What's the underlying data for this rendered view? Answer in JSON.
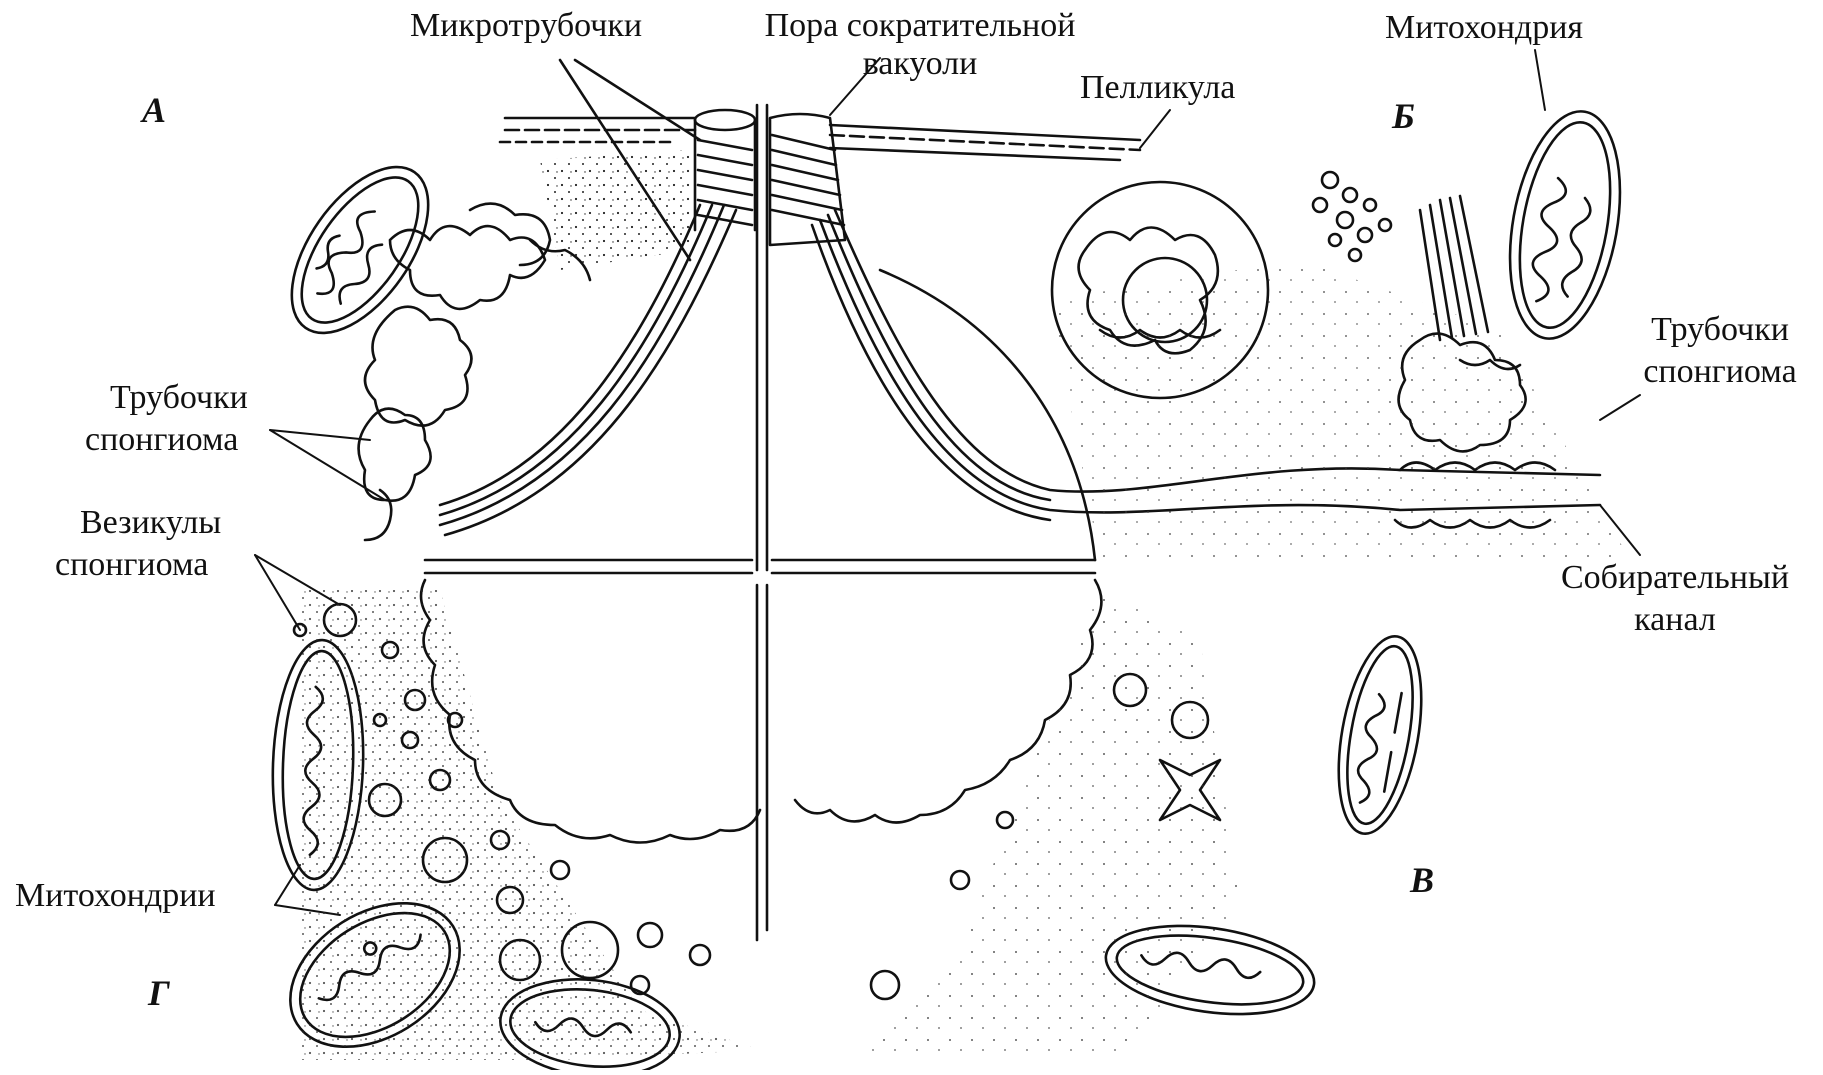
{
  "labels": {
    "microtubules": "Микротрубочки",
    "pore_line1": "Пора сократительной",
    "pore_line2": "вакуоли",
    "pellicle": "Пелликула",
    "mito_top": "Митохондрия",
    "tubules_left_1": "Трубочки",
    "tubules_left_2": "спонгиома",
    "tubules_right_1": "Трубочки",
    "tubules_right_2": "спонгиома",
    "vesicles_1": "Везикулы",
    "vesicles_2": "спонгиома",
    "collecting_1": "Собирательный",
    "collecting_2": "канал",
    "mito_bottom": "Митохондрии"
  },
  "quadrants": {
    "a": "А",
    "b": "Б",
    "v": "В",
    "g": "Г"
  },
  "colors": {
    "ink": "#111111",
    "paper": "#ffffff"
  }
}
